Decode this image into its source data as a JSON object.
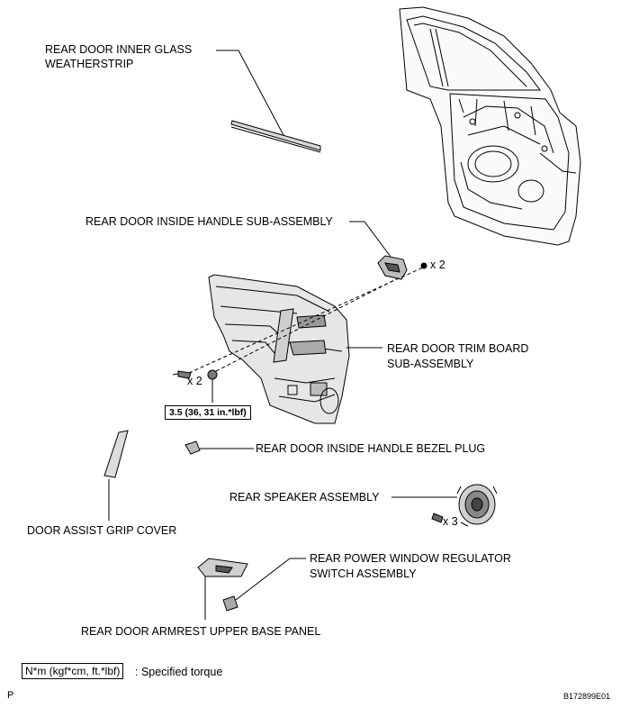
{
  "labels": {
    "inner_glass_weatherstrip_line1": "REAR DOOR INNER GLASS",
    "inner_glass_weatherstrip_line2": "WEATHERSTRIP",
    "inside_handle": "REAR DOOR INSIDE HANDLE SUB-ASSEMBLY",
    "trim_board_line1": "REAR DOOR TRIM BOARD",
    "trim_board_line2": "SUB-ASSEMBLY",
    "bezel_plug": "REAR DOOR INSIDE HANDLE BEZEL PLUG",
    "speaker": "REAR SPEAKER ASSEMBLY",
    "grip_cover": "DOOR ASSIST GRIP COVER",
    "window_switch_line1": "REAR POWER WINDOW REGULATOR",
    "window_switch_line2": "SWITCH ASSEMBLY",
    "armrest_panel": "REAR DOOR ARMREST UPPER BASE PANEL"
  },
  "quantities": {
    "handle_screws": "x 2",
    "trim_clips": "x 2",
    "speaker_bolts": "x 3"
  },
  "torque": {
    "trim_screw": "3.5 (36, 31 in.*lbf)"
  },
  "legend": {
    "unit_box": "N*m (kgf*cm, ft.*lbf)",
    "description": ": Specified torque"
  },
  "footer": {
    "left_code": "P",
    "figure_id": "B172899E01"
  }
}
